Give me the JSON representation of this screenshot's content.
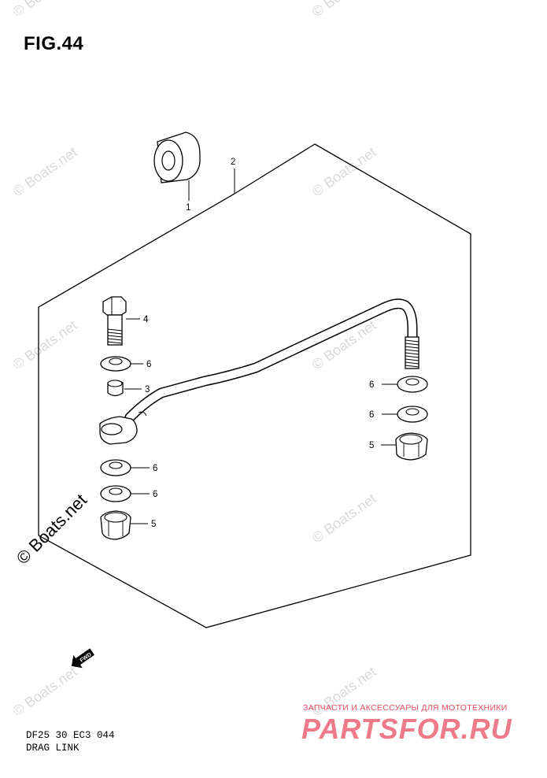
{
  "figure": {
    "title": "FIG.44",
    "code": "DF25 30 EC3  044",
    "caption": "DRAG LINK"
  },
  "callouts": {
    "c1": "1",
    "c2": "2",
    "c3": "3",
    "c4": "4",
    "c5a": "5",
    "c5b": "5",
    "c6a": "6",
    "c6b": "6",
    "c6c": "6",
    "c6d": "6",
    "c6e": "6"
  },
  "watermark": {
    "text": "© Boats.net",
    "large_text": "© Boats.net"
  },
  "brand": {
    "tagline": "ЗАПЧАСТИ И АКСЕССУАРЫ ДЛЯ МОТОТЕХНИКИ",
    "logo_text": "PARTSFOR.RU"
  },
  "icons": {
    "fwd_arrow": "fwd-arrow-icon",
    "fwd_label": "FWD"
  }
}
